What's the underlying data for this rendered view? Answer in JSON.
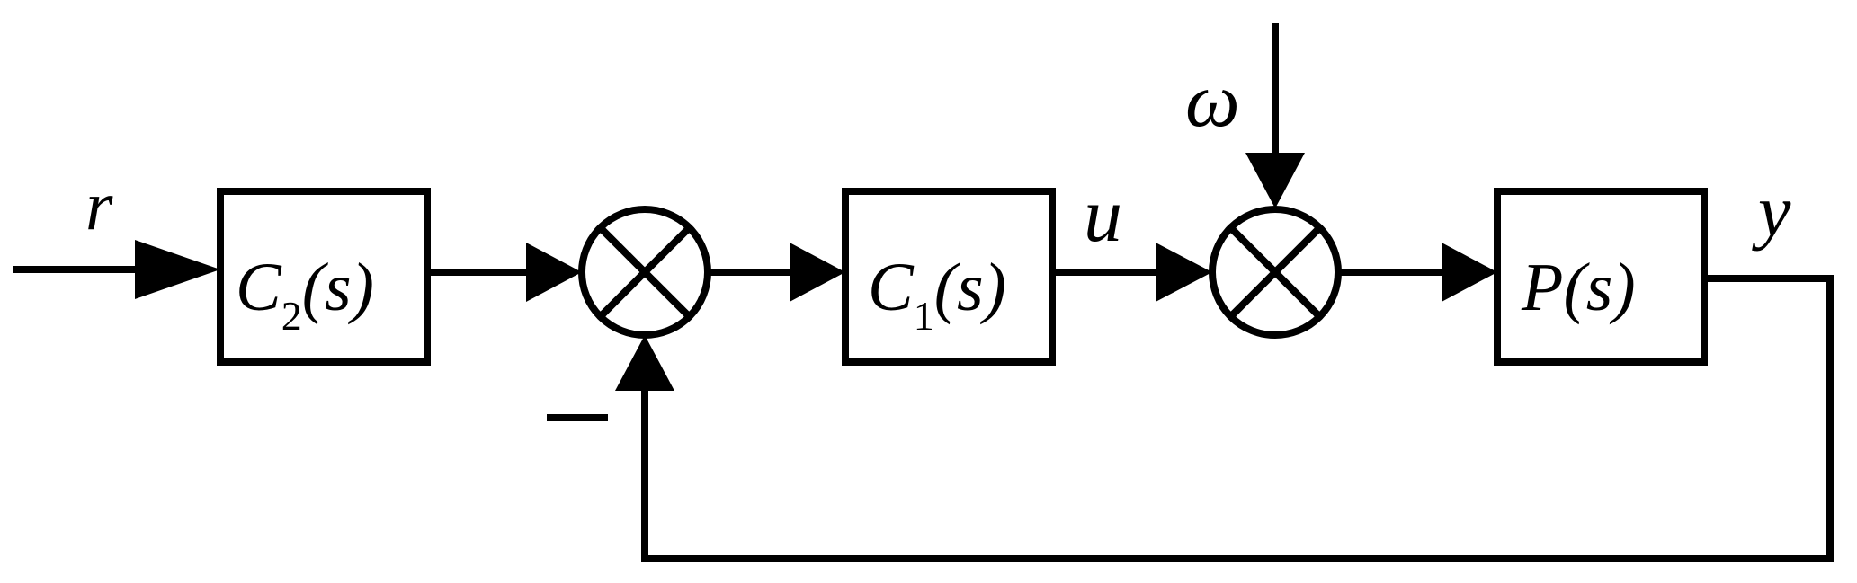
{
  "signals": {
    "r": "r",
    "u": "u",
    "w": "ω",
    "y": "y"
  },
  "blocks": {
    "c2": {
      "main": "C",
      "sub": "2",
      "arg": "(s)"
    },
    "c1": {
      "main": "C",
      "sub": "1",
      "arg": "(s)"
    },
    "p": {
      "main": "P",
      "arg": "(s)"
    }
  },
  "feedback_sign": "minus"
}
